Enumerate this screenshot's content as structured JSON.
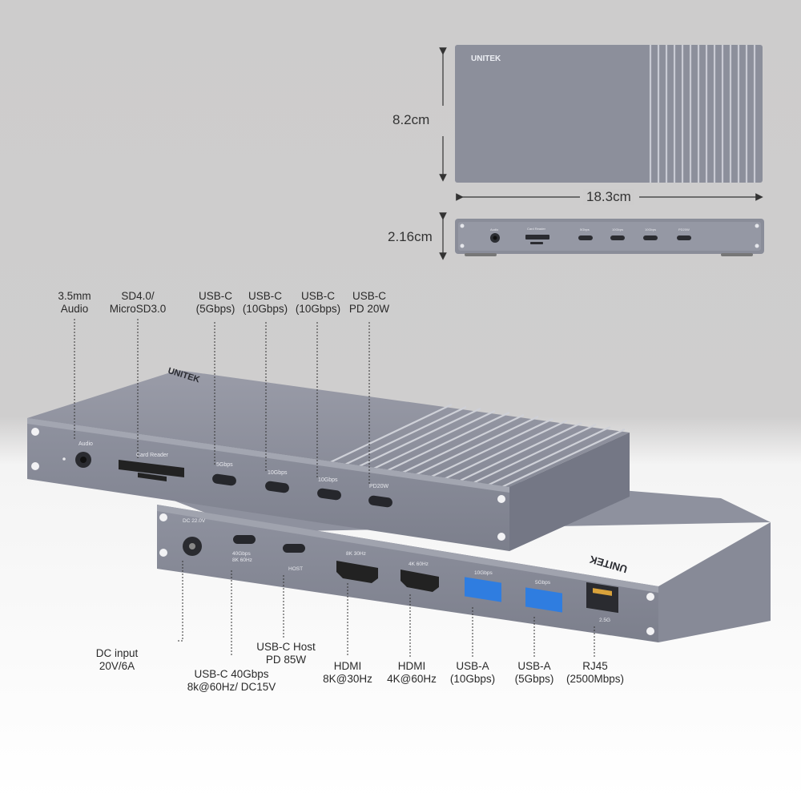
{
  "dimensions": {
    "height": "8.2cm",
    "width": "18.3cm",
    "depth": "2.16cm"
  },
  "brand": "UNITEK",
  "top_view_port_marks": [
    "Audio",
    "Card Reader",
    "5Gbps",
    "10Gbps",
    "10Gbps",
    "PD20W"
  ],
  "front_device": {
    "port_marks": [
      "Audio",
      "Card Reader",
      "5Gbps",
      "10Gbps",
      "10Gbps",
      "PD20W"
    ]
  },
  "back_device": {
    "port_marks": [
      "DC 22.0V",
      "40Gbps\n8K 60Hz",
      "HOST",
      "8K 30Hz",
      "4K 60Hz",
      "10Gbps",
      "5Gbps",
      "2.5G"
    ]
  },
  "top_labels": [
    {
      "text": "3.5mm\nAudio"
    },
    {
      "text": "SD4.0/\nMicroSD3.0"
    },
    {
      "text": "USB-C\n(5Gbps)"
    },
    {
      "text": "USB-C\n(10Gbps)"
    },
    {
      "text": "USB-C\n(10Gbps)"
    },
    {
      "text": "USB-C\nPD 20W"
    }
  ],
  "bottom_labels": [
    {
      "text": "DC input\n20V/6A"
    },
    {
      "text": "USB-C 40Gbps\n8k@60Hz/ DC15V"
    },
    {
      "text": "USB-C Host\nPD 85W"
    },
    {
      "text": "HDMI\n8K@30Hz"
    },
    {
      "text": "HDMI\n4K@60Hz"
    },
    {
      "text": "USB-A\n(10Gbps)"
    },
    {
      "text": "USB-A\n(5Gbps)"
    },
    {
      "text": "RJ45\n(2500Mbps)"
    }
  ],
  "colors": {
    "body": "#8c8f9c",
    "body_dark": "#6f727e",
    "usb_a_blue": "#2f7de0"
  }
}
